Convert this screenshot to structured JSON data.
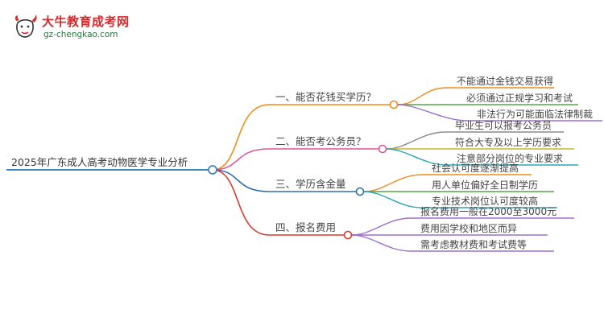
{
  "brand": {
    "name": "大牛教育成考网",
    "url": "gz-chengkao.com",
    "colors": {
      "red": "#d62b2b",
      "green": "#1f7a3a"
    }
  },
  "mindmap": {
    "root": "2025年广东成人高考动物医学专业分析",
    "root_color": "#3f86b8",
    "branches": [
      {
        "label": "一、能否花钱买学历？",
        "color": "#f08c1c",
        "leaves": [
          {
            "text": "不能通过金钱交易获得",
            "color": "#f08c1c"
          },
          {
            "text": "必须通过正规学习和考试",
            "color": "#52a845"
          },
          {
            "text": "非法行为可能面临法律制裁",
            "color": "#9b6fd0"
          }
        ]
      },
      {
        "label": "二、能否考公务员？",
        "color": "#e0569b",
        "leaves": [
          {
            "text": "毕业生可以报考公务员",
            "color": "#8c8c8c"
          },
          {
            "text": "符合大专及以上学历要求",
            "color": "#c9b530"
          },
          {
            "text": "注意部分岗位的专业要求",
            "color": "#2aa5b8"
          }
        ]
      },
      {
        "label": "三、学历含金量",
        "color": "#2f6db0",
        "leaves": [
          {
            "text": "社会认可度逐渐提高",
            "color": "#f08c1c"
          },
          {
            "text": "用人单位偏好全日制学历",
            "color": "#52a845"
          },
          {
            "text": "专业技术岗位认可度较高",
            "color": "#2aa5b8"
          }
        ]
      },
      {
        "label": "四、报名费用",
        "color": "#d83a2e",
        "leaves": [
          {
            "text": "报名费用一般在2000至3000元",
            "color": "#9b6fd0"
          },
          {
            "text": "费用因学校和地区而异",
            "color": "#9b6fd0"
          },
          {
            "text": "需考虑教材费和考试费等",
            "color": "#9b6fd0"
          }
        ]
      }
    ]
  }
}
